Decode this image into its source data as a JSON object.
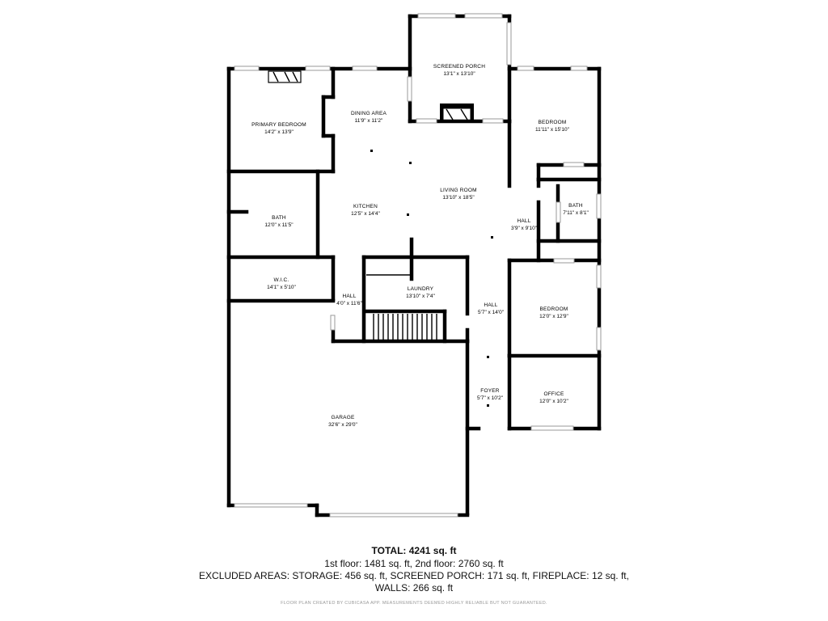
{
  "rooms": {
    "screened_porch": {
      "name": "SCREENED PORCH",
      "dim": "13'1\" x 13'10\""
    },
    "primary_bedroom": {
      "name": "PRIMARY BEDROOM",
      "dim": "14'2\" x 13'9\""
    },
    "dining_area": {
      "name": "DINING AREA",
      "dim": "11'9\" x 11'2\""
    },
    "bedroom_1": {
      "name": "BEDROOM",
      "dim": "11'11\" x 15'10\""
    },
    "living_room": {
      "name": "LIVING ROOM",
      "dim": "13'10\" x 18'5\""
    },
    "kitchen": {
      "name": "KITCHEN",
      "dim": "12'5\" x 14'4\""
    },
    "bath_1": {
      "name": "BATH",
      "dim": "12'0\" x 11'5\""
    },
    "bath_2": {
      "name": "BATH",
      "dim": "7'11\" x 8'1\""
    },
    "hall_1": {
      "name": "HALL",
      "dim": "3'9\" x 9'10\""
    },
    "wic": {
      "name": "W.I.C.",
      "dim": "14'1\" x 5'10\""
    },
    "laundry": {
      "name": "LAUNDRY",
      "dim": "13'10\" x 7'4\""
    },
    "hall_2": {
      "name": "HALL",
      "dim": "4'0\" x 11'6\""
    },
    "hall_3": {
      "name": "HALL",
      "dim": "5'7\" x 14'0\""
    },
    "bedroom_2": {
      "name": "BEDROOM",
      "dim": "12'0\" x 12'9\""
    },
    "foyer": {
      "name": "FOYER",
      "dim": "5'7\" x 10'2\""
    },
    "office": {
      "name": "OFFICE",
      "dim": "12'0\" x 10'2\""
    },
    "garage": {
      "name": "GARAGE",
      "dim": "32'6\" x 29'0\""
    }
  },
  "summary": {
    "total": "TOTAL: 4241 sq. ft",
    "line1": "1st floor: 1481 sq. ft, 2nd floor: 2760 sq. ft",
    "line2": "EXCLUDED AREAS: STORAGE: 456 sq. ft, SCREENED PORCH: 171 sq. ft, FIREPLACE: 12 sq. ft,",
    "line3": "WALLS: 266 sq. ft",
    "disclaimer": "FLOOR PLAN CREATED BY CUBICASA APP. MEASUREMENTS DEEMED HIGHLY RELIABLE BUT NOT GUARANTEED."
  },
  "colors": {
    "wall": "#000000",
    "window": "#9a9a9a",
    "disclaimer": "#999999"
  }
}
